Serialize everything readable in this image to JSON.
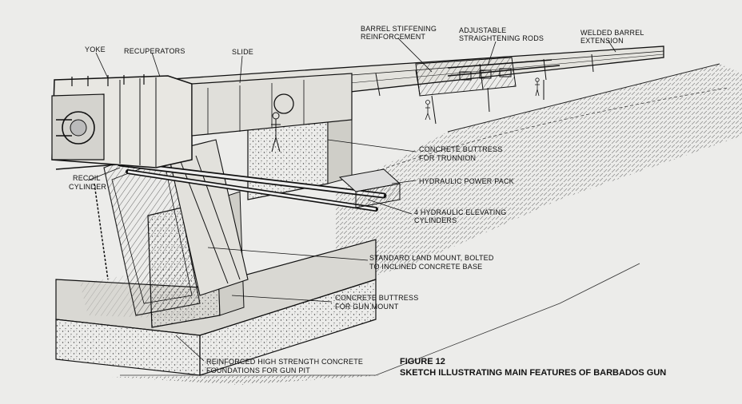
{
  "labels": {
    "yoke": "YOKE",
    "recuperators": "RECUPERATORS",
    "slide": "SLIDE",
    "barrel_stiffening_1": "BARREL STIFFENING",
    "barrel_stiffening_2": "REINFORCEMENT",
    "adjustable_rods_1": "ADJUSTABLE",
    "adjustable_rods_2": "STRAIGHTENING RODS",
    "welded_extension_1": "WELDED BARREL",
    "welded_extension_2": "EXTENSION",
    "recoil_cylinder_1": "RECOIL",
    "recoil_cylinder_2": "CYLINDER",
    "buttress_trunnion_1": "CONCRETE BUTTRESS",
    "buttress_trunnion_2": "FOR TRUNNION",
    "hydraulic_power_pack": "HYDRAULIC POWER PACK",
    "elevating_cylinders_1": "4 HYDRAULIC ELEVATING",
    "elevating_cylinders_2": "CYLINDERS",
    "land_mount_1": "STANDARD LAND MOUNT, BOLTED",
    "land_mount_2": "TO INCLINED CONCRETE BASE",
    "buttress_gun_mount_1": "CONCRETE BUTTRESS",
    "buttress_gun_mount_2": "FOR GUN MOUNT",
    "foundations_1": "REINFORCED HIGH STRENGTH CONCRETE",
    "foundations_2": "FOUNDATIONS FOR GUN PIT"
  },
  "caption": {
    "figure_number": "FIGURE 12",
    "title": "SKETCH ILLUSTRATING MAIN FEATURES OF BARBADOS GUN"
  },
  "colors": {
    "background": "#ececea",
    "ink": "#111111",
    "concrete": "#d9d8d3"
  }
}
